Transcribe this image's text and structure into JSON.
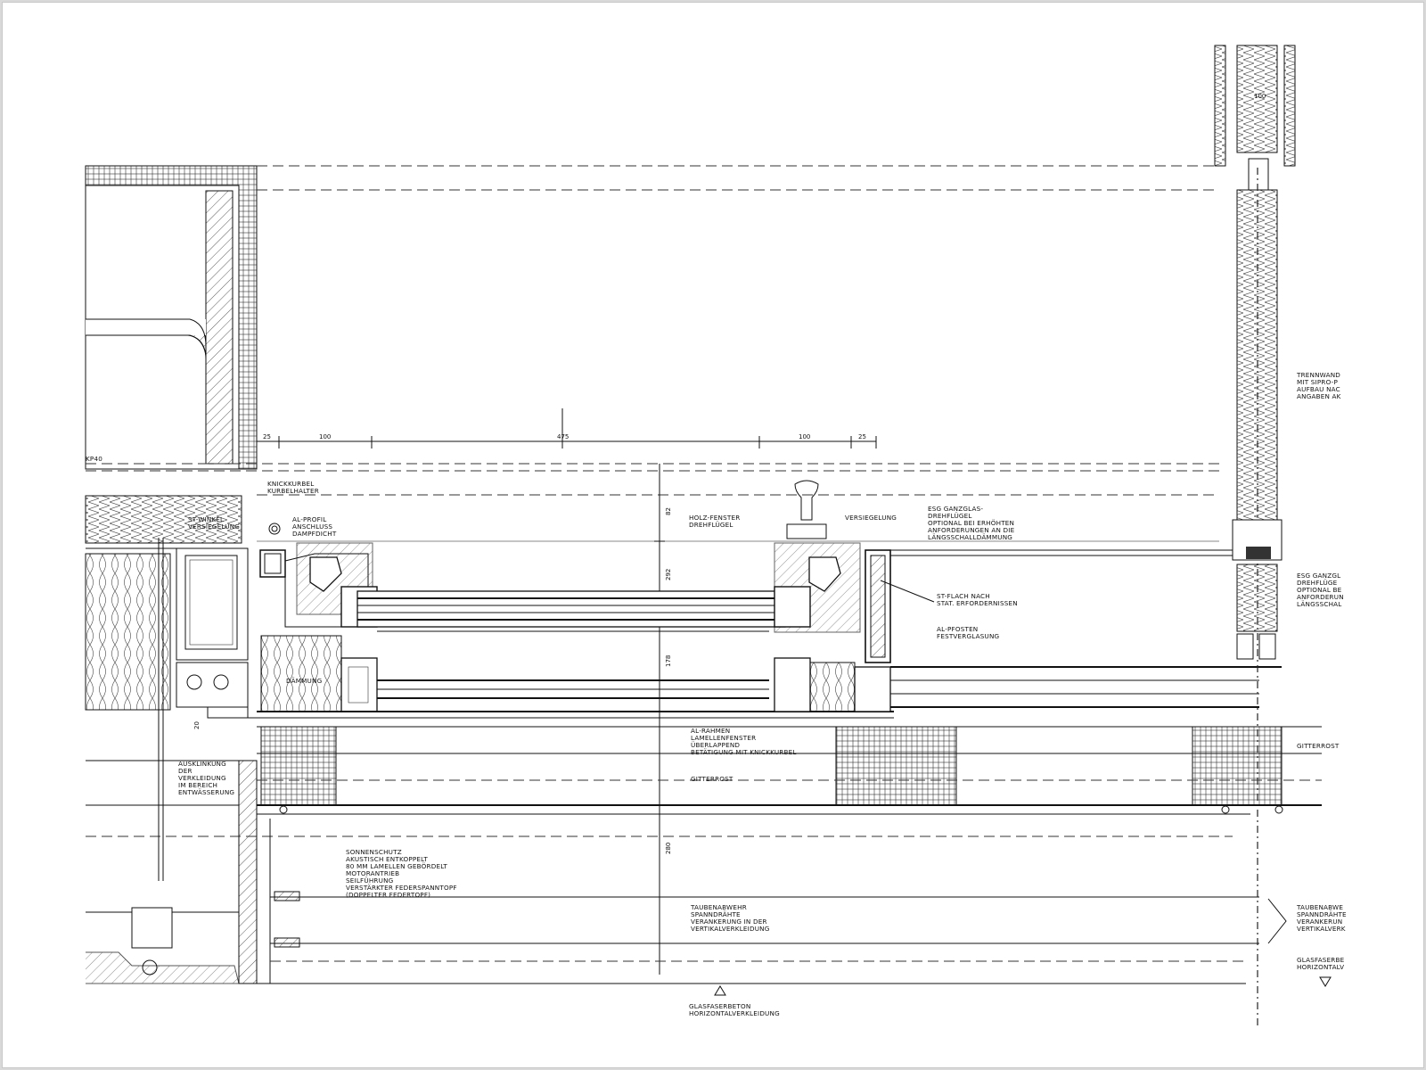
{
  "drawing": {
    "labels": {
      "kp40": "KP40",
      "knickkurbel": [
        "KNICKKURBEL",
        "KURBELHALTER"
      ],
      "st_winkel": [
        "ST-WINKEL",
        "VERSIEGELUNG"
      ],
      "al_profil": [
        "AL-PROFIL",
        "ANSCHLUSS",
        "DAMPFDICHT"
      ],
      "daemmung": "DÄMMUNG",
      "holz_fenster": [
        "HOLZ-FENSTER",
        "DREHFLÜGEL"
      ],
      "versiegelung": "VERSIEGELUNG",
      "esg_ganzglas": [
        "ESG GANZGLAS-",
        "DREHFLÜGEL",
        "OPTIONAL BEI ERHÖHTEN",
        "ANFORDERUNGEN AN DIE",
        "LÄNGSSCHALLDÄMMUNG"
      ],
      "st_flach": [
        "ST-FLACH NACH",
        "STAT. ERFORDERNISSEN"
      ],
      "al_pfosten": [
        "AL-PFOSTEN",
        "FESTVERGLASUNG"
      ],
      "trennwand": [
        "TRENNWAND",
        "MIT SIPRO-P",
        "AUFBAU NAC",
        "ANGABEN AK"
      ],
      "esg_right": [
        "ESG GANZGL",
        "DREHFLÜGE",
        "OPTIONAL BE",
        "ANFORDERUN",
        "LÄNGSSCHAL"
      ],
      "al_rahmen": [
        "AL-RAHMEN",
        "LAMELLENFENSTER",
        "ÜBERLAPPEND",
        "BETÄTIGUNG MIT KNICKKURBEL"
      ],
      "gitterrost": "GITTERROST",
      "gitterrost_right": "GITTERROST",
      "auskunkung": [
        "AUSKLINKUNG",
        "DER",
        "VERKLEIDUNG",
        "IM BEREICH",
        "ENTWÄSSERUNG"
      ],
      "sonnenschutz": [
        "SONNENSCHUTZ",
        "AKUSTISCH ENTKOPPELT",
        "80 MM LAMELLEN GEBÖRDELT",
        "MOTORANTRIEB",
        "SEILFÜHRUNG",
        "VERSTÄRKTER FEDERSPANNTOPF",
        "(DOPPELTER FEDERTOPF)"
      ],
      "taubenabwehr": [
        "TAUBENABWEHR",
        "SPANNDRÄHTE",
        "VERANKERUNG IN DER",
        "VERTIKALVERKLEIDUNG"
      ],
      "taubenabwehr_right": [
        "TAUBENABWE",
        "SPANNDRÄHTE",
        "VERANKERUN",
        "VERTIKALVERK"
      ],
      "glasfaserbeton": [
        "GLASFASERBETON",
        "HORIZONTALVERKLEIDUNG"
      ],
      "glasfaser_right": [
        "GLASFASERBE",
        "HORIZONTALV"
      ]
    },
    "dimensions": {
      "top_row": [
        "25",
        "100",
        "475",
        "100",
        "25"
      ],
      "v_82": "82",
      "v_292": "292",
      "v_178": "178",
      "v_20": "20",
      "v_280": "280",
      "wall_100": "100"
    }
  }
}
